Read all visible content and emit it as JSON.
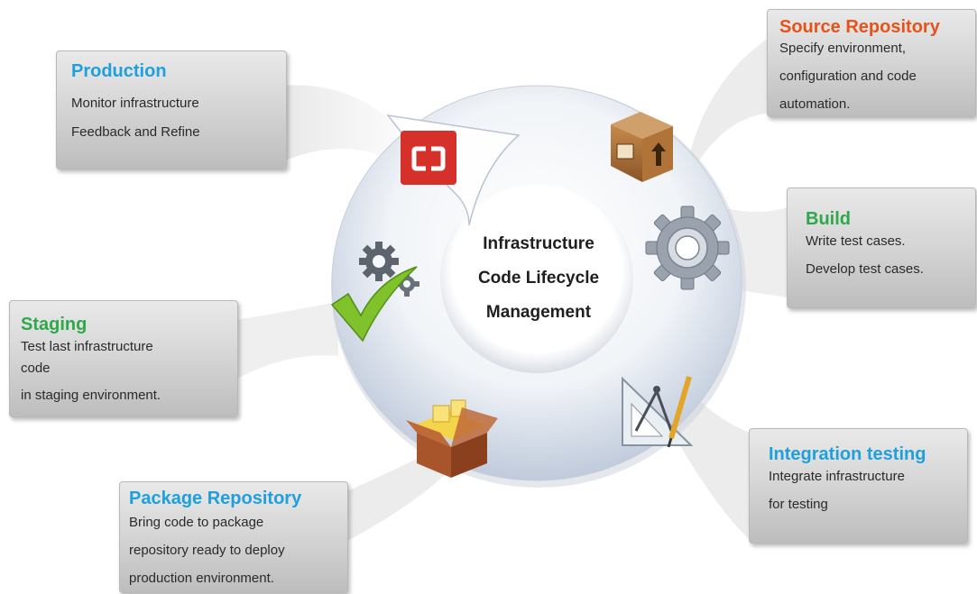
{
  "center": {
    "lines": [
      "Infrastructure",
      "Code Lifecycle",
      "Management"
    ]
  },
  "stages": {
    "production": {
      "title": "Production",
      "lines": [
        "Monitor infrastructure",
        "Feedback and Refine"
      ],
      "color": "#1ea0dc",
      "icon": "openshift-logo-icon"
    },
    "source_repository": {
      "title": "Source Repository",
      "lines": [
        "Specify environment,",
        "configuration and code",
        "automation."
      ],
      "color": "#e5531a",
      "icon": "package-crate-icon"
    },
    "build": {
      "title": "Build",
      "lines": [
        "Write test cases.",
        "Develop test cases."
      ],
      "color": "#2ea84a",
      "icon": "gear-icon"
    },
    "integration_testing": {
      "title": "Integration testing",
      "lines": [
        "Integrate infrastructure",
        "for testing"
      ],
      "color": "#1ea0dc",
      "icon": "drafting-tools-icon"
    },
    "package_repository": {
      "title": "Package Repository",
      "lines": [
        "Bring code to package",
        "repository ready to deploy",
        "production environment."
      ],
      "color": "#1ea0dc",
      "icon": "open-box-icon"
    },
    "staging": {
      "title": "Staging",
      "lines": [
        "Test last infrastructure",
        "code",
        "in staging environment."
      ],
      "color": "#2ea84a",
      "icon": "gears-checkmark-icon"
    }
  }
}
